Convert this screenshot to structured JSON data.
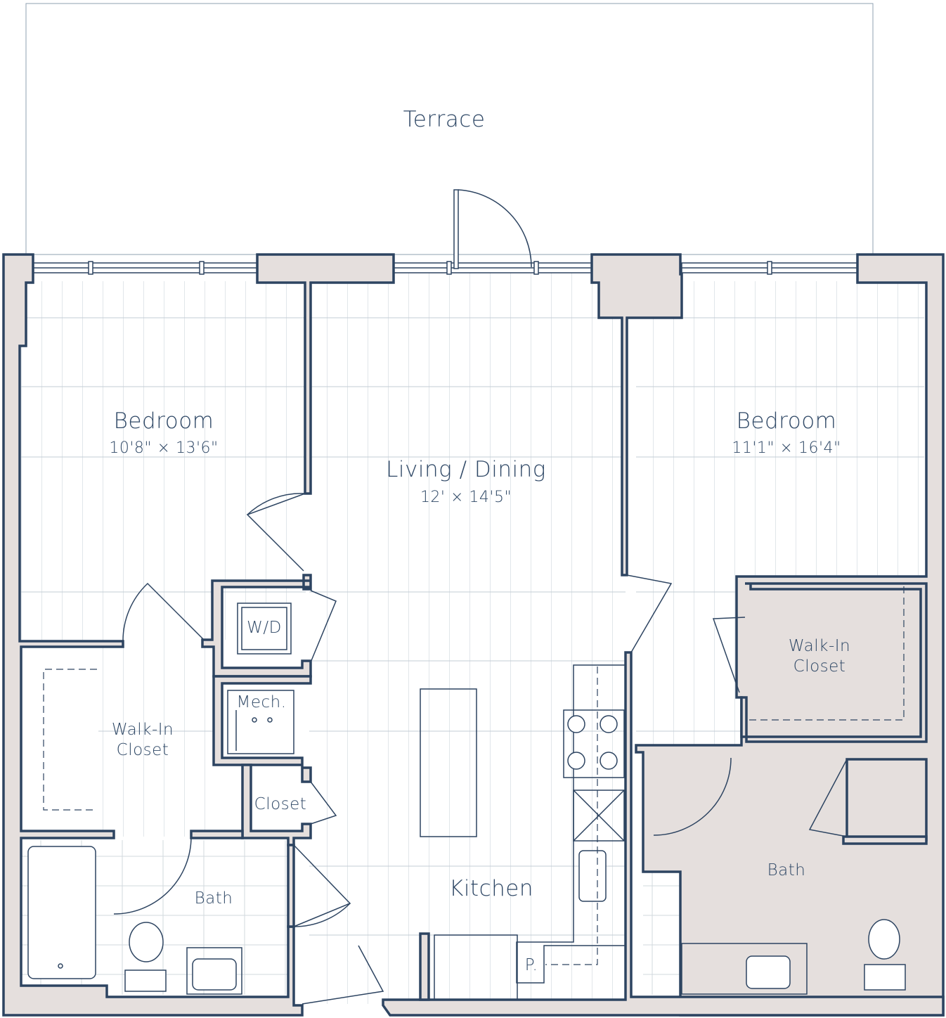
{
  "rooms": {
    "terrace": {
      "name": "Terrace"
    },
    "bedroom_left": {
      "name": "Bedroom",
      "dims": "10'8\" × 13'6\""
    },
    "living": {
      "name": "Living / Dining",
      "dims": "12' × 14'5\""
    },
    "bedroom_right": {
      "name": "Bedroom",
      "dims": "11'1\" × 16'4\""
    },
    "wd": {
      "name": "W/D"
    },
    "mech": {
      "name": "Mech."
    },
    "closet": {
      "name": "Closet"
    },
    "walkin_left": {
      "name": "Walk-In\nCloset"
    },
    "walkin_right": {
      "name": "Walk-In\nCloset"
    },
    "bath_left": {
      "name": "Bath"
    },
    "bath_right": {
      "name": "Bath"
    },
    "kitchen": {
      "name": "Kitchen"
    },
    "pantry": {
      "name": "P."
    }
  },
  "colors": {
    "wall_fill": "#e5dfdd",
    "wall_stroke": "#2d4461",
    "text": "#2f4866",
    "floor_line": "#b9c4cf"
  }
}
